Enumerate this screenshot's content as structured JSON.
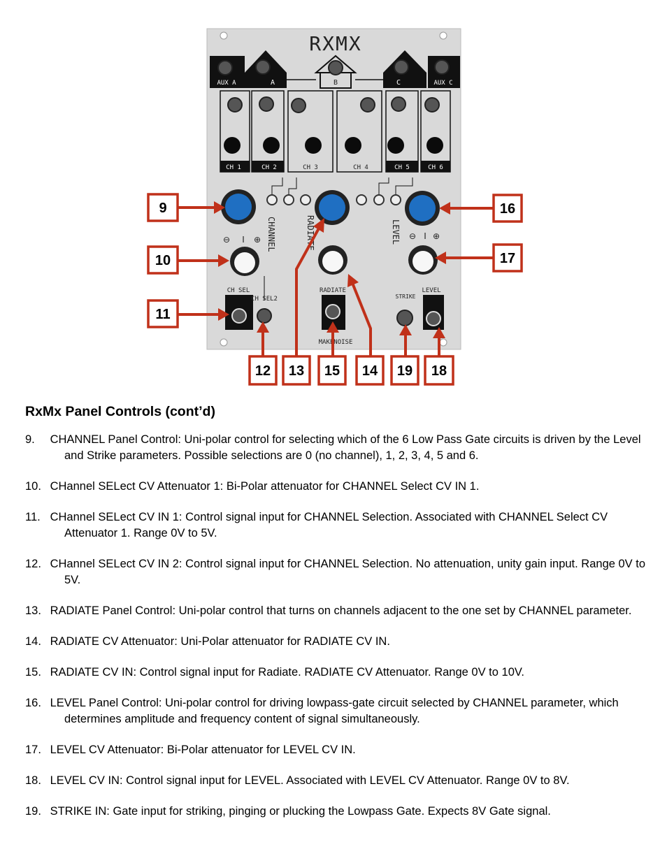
{
  "panel": {
    "title": "RXMX",
    "jack_labels": [
      "AUX A",
      "A",
      "B",
      "C",
      "AUX C"
    ],
    "channel_labels": [
      "CH 1",
      "CH 2",
      "CH 3",
      "CH 4",
      "CH 5",
      "CH 6"
    ],
    "knob_labels": {
      "channel": "CHANNEL",
      "radiate": "RADIATE",
      "level": "LEVEL"
    },
    "io_labels": {
      "ch_sel": "CH SEL",
      "ch_sel2": "CH SEL2",
      "radiate": "RADIATE",
      "strike": "STRIKE",
      "level": "LEVEL"
    },
    "bipolar_marks": {
      "minus": "⊖",
      "zero": "I",
      "plus": "⊕"
    },
    "brand": "MAKENOISE",
    "colors": {
      "panel": "#d8d8d8",
      "knob_blue": "#1f6fc2",
      "callout": "#c0311a"
    }
  },
  "callouts": [
    "9",
    "10",
    "11",
    "12",
    "13",
    "15",
    "14",
    "19",
    "18",
    "16",
    "17"
  ],
  "section_title": "RxMx Panel Controls (cont’d)",
  "items": [
    {
      "num": "9.",
      "text": "CHANNEL Panel Control: Uni-polar control for selecting which of the 6 Low Pass Gate circuits is driven by the Level and Strike parameters. Possible selections are 0 (no channel), 1, 2, 3, 4, 5 and 6."
    },
    {
      "num": "10.",
      "text": "CHannel SELect CV Attenuator 1: Bi-Polar attenuator for CHANNEL Select CV IN 1."
    },
    {
      "num": "11.",
      "text": "CHannel SELect CV IN 1: Control signal input for CHANNEL Selection. Associated with CHANNEL Select CV Attenuator 1. Range 0V to 5V."
    },
    {
      "num": "12.",
      "text": "CHannel SELect CV IN 2: Control signal input for CHANNEL Selection. No attenuation, unity gain input. Range 0V to 5V."
    },
    {
      "num": "13.",
      "text": "RADIATE Panel Control: Uni-polar control that turns on channels adjacent to the one set by CHANNEL parameter."
    },
    {
      "num": "14.",
      "text": "RADIATE CV Attenuator: Uni-Polar attenuator for RADIATE CV IN."
    },
    {
      "num": "15.",
      "text": " RADIATE CV IN: Control signal input for Radiate. RADIATE CV Attenuator. Range 0V to 10V."
    },
    {
      "num": "16.",
      "text": "LEVEL Panel Control: Uni-polar control for driving lowpass-gate circuit selected by CHANNEL parameter, which determines amplitude and frequency content of signal simultaneously."
    },
    {
      "num": "17.",
      "text": "LEVEL CV Attenuator: Bi-Polar attenuator for LEVEL CV IN."
    },
    {
      "num": "18.",
      "text": "LEVEL CV IN: Control signal input for LEVEL. Associated with LEVEL CV Attenuator. Range 0V to 8V."
    },
    {
      "num": "19.",
      "text": "STRIKE IN: Gate input for striking, pinging or plucking the Lowpass Gate. Expects 8V Gate signal."
    }
  ]
}
